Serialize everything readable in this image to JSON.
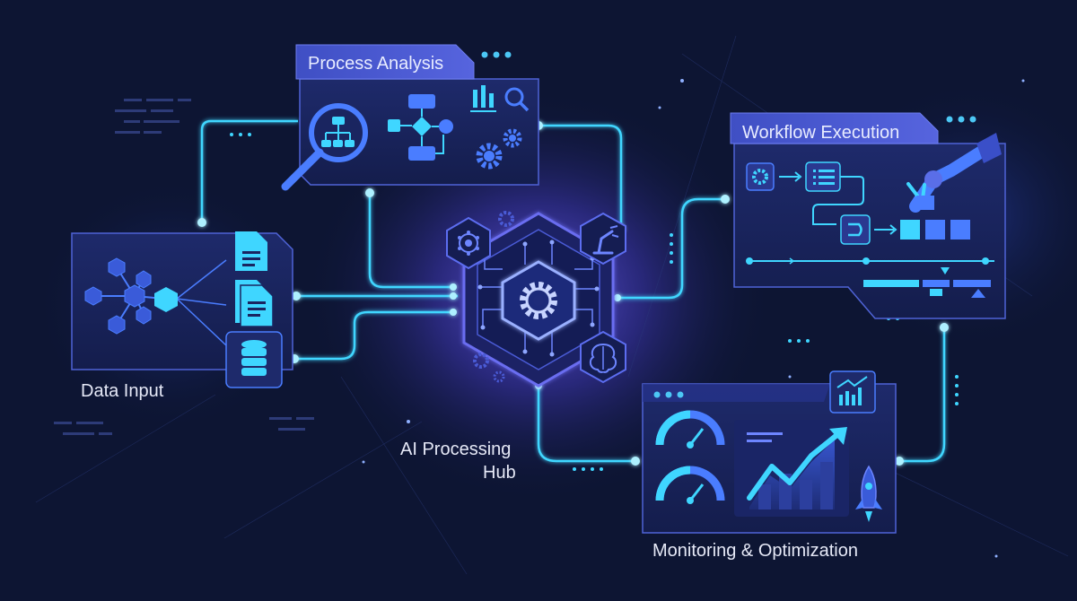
{
  "nodes": {
    "process_analysis": {
      "title": "Process Analysis"
    },
    "workflow_execution": {
      "title": "Workflow Execution"
    },
    "data_input": {
      "label": "Data Input"
    },
    "ai_hub": {
      "label_line1": "AI Processing",
      "label_line2": "Hub"
    },
    "monitoring": {
      "label": "Monitoring & Optimization"
    }
  },
  "colors": {
    "background": "#0d1533",
    "panel": "#1a2560",
    "panel_border": "#4f63d6",
    "accent_cyan": "#3fd6ff",
    "accent_blue": "#4a7dff",
    "accent_violet": "#7a5cff"
  },
  "icons": [
    "magnifier-icon",
    "flowchart-icon",
    "gear-icon",
    "bar-chart-icon",
    "document-icon",
    "database-icon",
    "network-icon",
    "robot-arm-icon",
    "brain-icon",
    "gauge-icon",
    "trend-arrow-icon",
    "rocket-icon",
    "list-icon"
  ]
}
